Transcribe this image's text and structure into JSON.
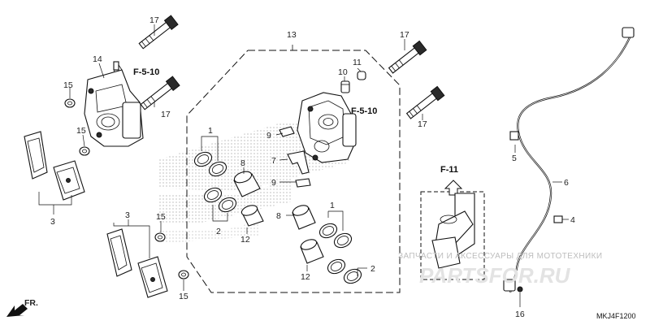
{
  "labels": {
    "l1a": "1",
    "l1b": "1",
    "l2a": "2",
    "l2b": "2",
    "l3a": "3",
    "l3b": "3",
    "l4": "4",
    "l5": "5",
    "l6": "6",
    "l7": "7",
    "l8a": "8",
    "l8b": "8",
    "l9a": "9",
    "l9b": "9",
    "l10": "10",
    "l11": "11",
    "l12a": "12",
    "l12b": "12",
    "l13": "13",
    "l14": "14",
    "l15a": "15",
    "l15b": "15",
    "l15c": "15",
    "l15d": "15",
    "l16": "16",
    "l17a": "17",
    "l17b": "17",
    "l17c": "17",
    "l17d": "17"
  },
  "refs": {
    "f510_left": "F-5-10",
    "f510_right": "F-5-10",
    "f11": "F-11"
  },
  "front_arrow": "FR.",
  "diagram_code": "MKJ4F1200",
  "watermark": {
    "line1": "ЗАПЧАСТИ И АКСЕССУАРЫ ДЛЯ МОТОТЕХНИКИ",
    "line2": "PARTSFOR.RU"
  }
}
